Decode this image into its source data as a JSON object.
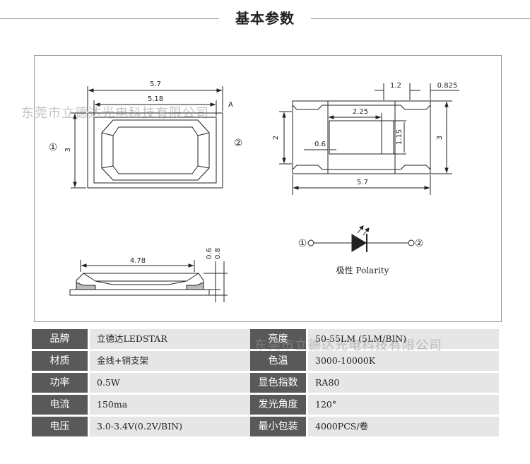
{
  "page": {
    "title": "基本参数"
  },
  "watermark": "东莞市立德达光电科技有限公司",
  "drawing": {
    "top_left": {
      "width_outer": "5.7",
      "width_inner": "5.18",
      "height": "3",
      "label_a": "A",
      "pin_left": "①",
      "pin_right": "②"
    },
    "bottom_left": {
      "width": "4.78",
      "dim_a": "0.6",
      "dim_b": "0.8"
    },
    "top_right": {
      "dim_tab": "1.2",
      "dim_edge": "0.825",
      "dim_pad": "2.25",
      "dim_height_left": "2",
      "dim_height_pad": "1.15",
      "dim_gap": "0.6",
      "dim_height_right": "3",
      "dim_width": "5.7"
    },
    "polarity": {
      "pin_left": "①",
      "pin_right": "②",
      "label": "极性 Polarity"
    }
  },
  "specs": {
    "left": [
      {
        "label": "品牌",
        "value": "立德达LEDSTAR"
      },
      {
        "label": "材质",
        "value": "金线+铜支架"
      },
      {
        "label": "功率",
        "value": "0.5W"
      },
      {
        "label": "电流",
        "value": "150ma"
      },
      {
        "label": "电压",
        "value": "3.0-3.4V(0.2V/BIN)"
      }
    ],
    "right": [
      {
        "label": "亮度",
        "value": "50-55LM (5LM/BIN)"
      },
      {
        "label": "色温",
        "value": "3000-10000K"
      },
      {
        "label": "显色指数",
        "value": "RA80"
      },
      {
        "label": "发光角度",
        "value": "120°"
      },
      {
        "label": "最小包装",
        "value": "4000PCS/卷"
      }
    ]
  }
}
